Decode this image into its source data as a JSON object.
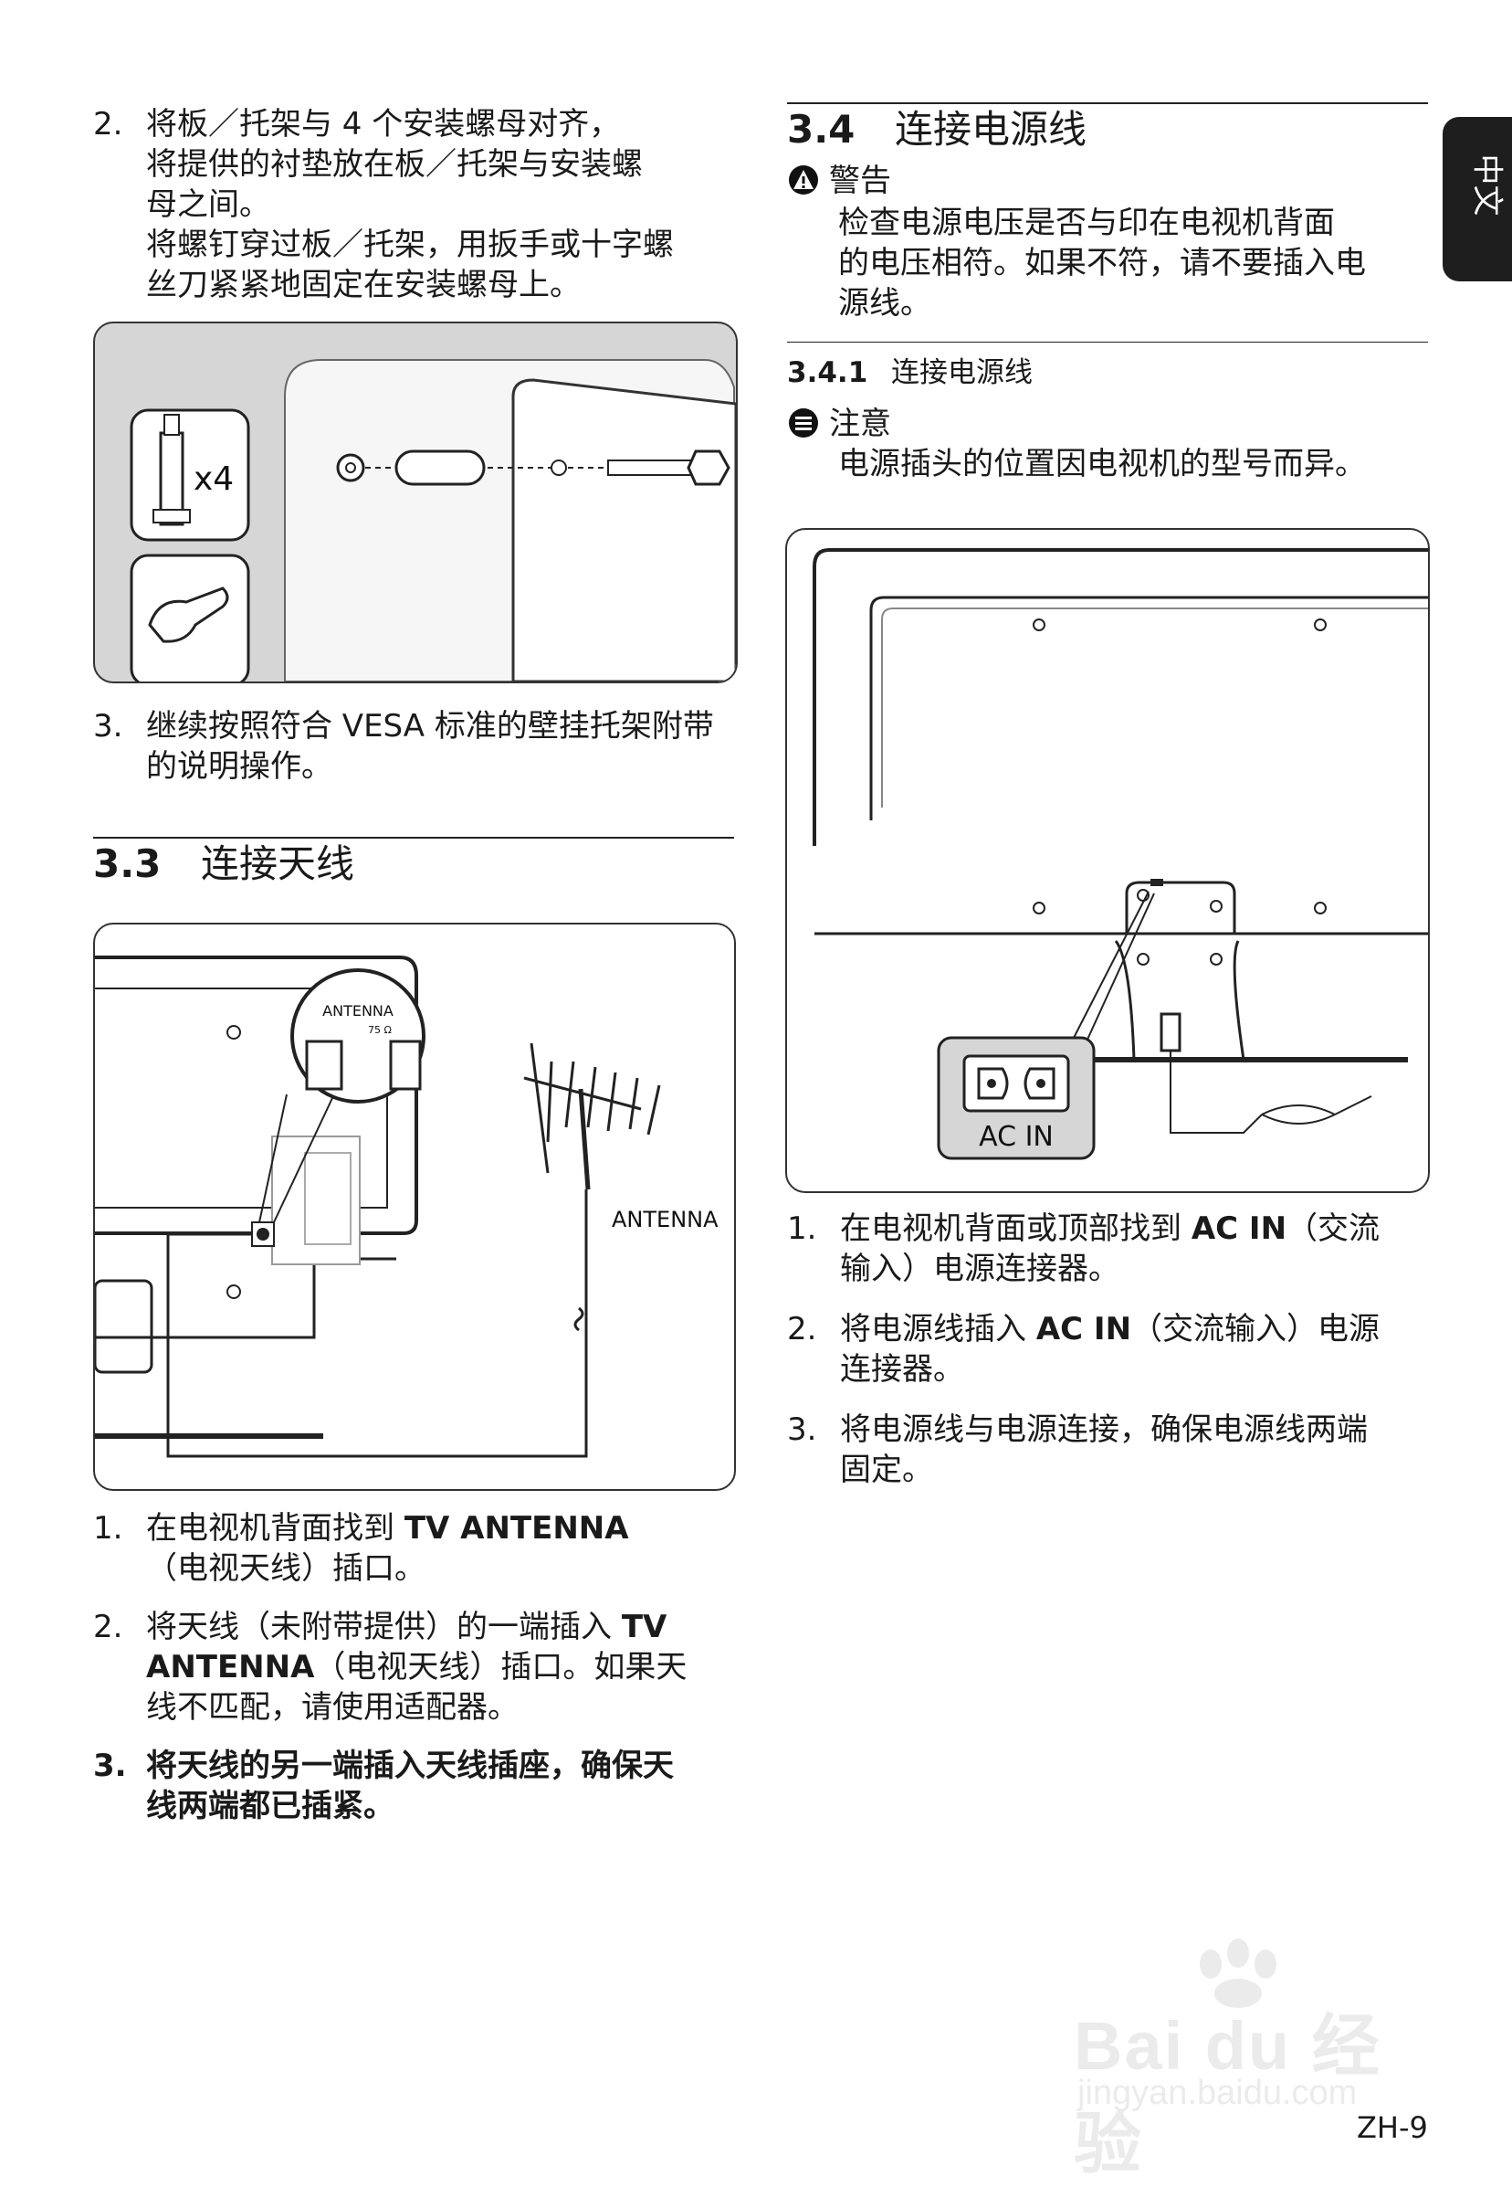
{
  "left": {
    "step2_mount": {
      "num": "2.",
      "lines": [
        "将板／托架与 4 个安装螺母对齐，",
        "将提供的衬垫放在板／托架与安装螺",
        "母之间。",
        "将螺钉穿过板／托架，用扳手或十字螺",
        "丝刀紧紧地固定在安装螺母上。"
      ]
    },
    "fig_mount": {
      "qty_label": "x4"
    },
    "step3_mount": {
      "num": "3.",
      "lines": [
        "继续按照符合 VESA 标准的壁挂托架附带",
        "的说明操作。"
      ]
    },
    "sec33": {
      "num": "3.3",
      "title": "连接天线"
    },
    "fig_antenna": {
      "port_label": "ANTENNA",
      "port_ohm": "75 Ω",
      "antenna_label": "ANTENNA"
    },
    "ant_step1": {
      "num": "1.",
      "pre": "在电视机背面找到 ",
      "bold": "TV ANTENNA",
      "line2": "（电视天线）插口。"
    },
    "ant_step2": {
      "num": "2.",
      "pre": "将天线（未附带提供）的一端插入 ",
      "bold1": "TV",
      "bold2": "ANTENNA",
      "post": "（电视天线）插口。如果天",
      "line3": "线不匹配，请使用适配器。"
    },
    "ant_step3": {
      "num": "3.",
      "lines": [
        "将天线的另一端插入天线插座，确保天",
        "线两端都已插紧。"
      ]
    }
  },
  "right": {
    "sec34": {
      "num": "3.4",
      "title": "连接电源线"
    },
    "warning": {
      "head": "警告",
      "lines": [
        "检查电源电压是否与印在电视机背面",
        "的电压相符。如果不符，请不要插入电",
        "源线。"
      ]
    },
    "sec341": {
      "num": "3.4.1",
      "title": "连接电源线"
    },
    "note": {
      "head": "注意",
      "lines": [
        "电源插头的位置因电视机的型号而异。"
      ]
    },
    "fig_power": {
      "acin_label": "AC IN"
    },
    "pw_step1": {
      "num": "1.",
      "pre": "在电视机背面或顶部找到 ",
      "bold": "AC IN",
      "post": "（交流",
      "line2": "输入）电源连接器。"
    },
    "pw_step2": {
      "num": "2.",
      "pre": "将电源线插入 ",
      "bold": "AC IN",
      "post": "（交流输入）电源",
      "line2": "连接器。"
    },
    "pw_step3": {
      "num": "3.",
      "lines": [
        "将电源线与电源连接，确保电源线两端",
        "固定。"
      ]
    }
  },
  "lang_tab": "中文",
  "page_number": "ZH-9",
  "watermark": {
    "brand": "Bai du 经验",
    "url": "jingyan.baidu.com"
  }
}
